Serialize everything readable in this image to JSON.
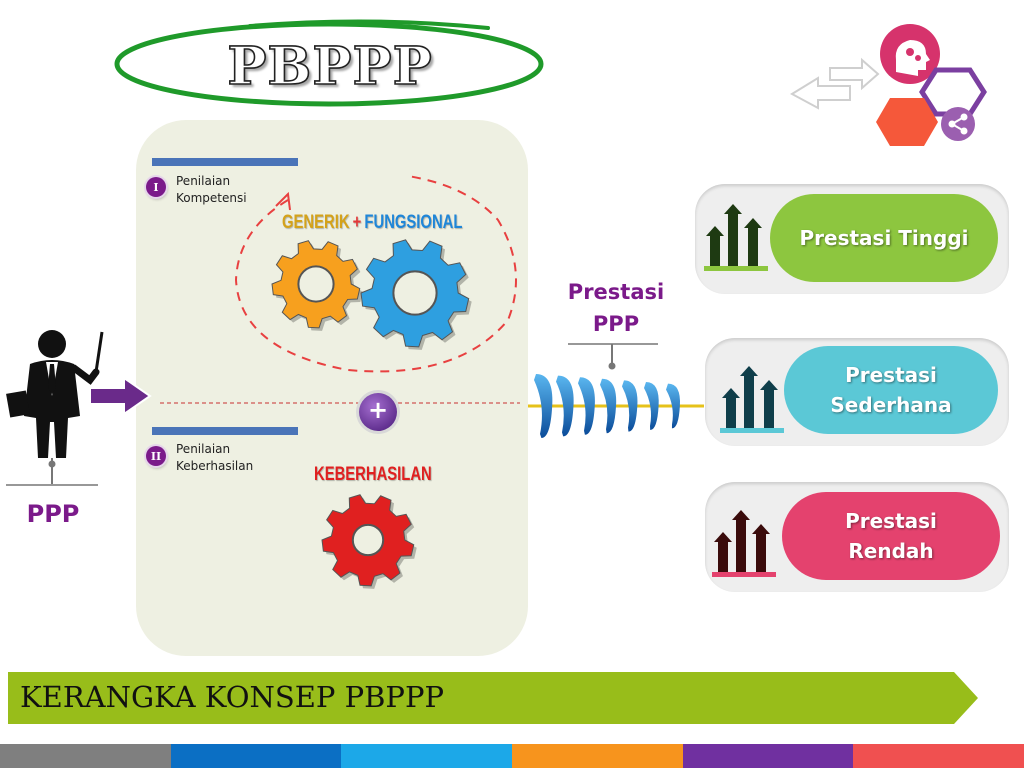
{
  "title": "PBPPP",
  "section_one": {
    "number": "I",
    "label_line1": "Penilaian",
    "label_line2": "Kompetensi",
    "generik": "GENERIK",
    "plus_sign": "+",
    "fungsional": "FUNGSIONAL"
  },
  "section_two": {
    "number": "II",
    "label_line1": "Penilaian",
    "label_line2": "Keberhasilan",
    "keberhasilan": "KEBERHASILAN"
  },
  "combine_sign": "+",
  "ppp_label": "PPP",
  "prestasi_ppp": {
    "line1": "Prestasi",
    "line2": "PPP"
  },
  "results": [
    {
      "line1": "Prestasi Tinggi",
      "line2": "",
      "color": "#8dc63f",
      "icon_color": "#1e3a12",
      "icon_base": "#8dc63f"
    },
    {
      "line1": "Prestasi",
      "line2": "Sederhana",
      "color": "#5bc8d6",
      "icon_color": "#0f3e4a",
      "icon_base": "#5bc8d6"
    },
    {
      "line1": "Prestasi",
      "line2": "Rendah",
      "color": "#e4426e",
      "icon_color": "#3a0b0b",
      "icon_base": "#e4426e"
    }
  ],
  "banner": {
    "text": "KERANGKA KONSEP PBPPP",
    "color": "#98bd1a"
  },
  "strip_colors": [
    "#7f7f7f",
    "#0b6fc4",
    "#1ca8e8",
    "#f7941d",
    "#7030a0",
    "#f05050"
  ],
  "colors": {
    "accent_purple": "#7b1a8a",
    "gear_orange": "#f7a01e",
    "gear_blue": "#2e9fe0",
    "gear_red": "#e02020",
    "title_oval": "#1f9a2a"
  }
}
